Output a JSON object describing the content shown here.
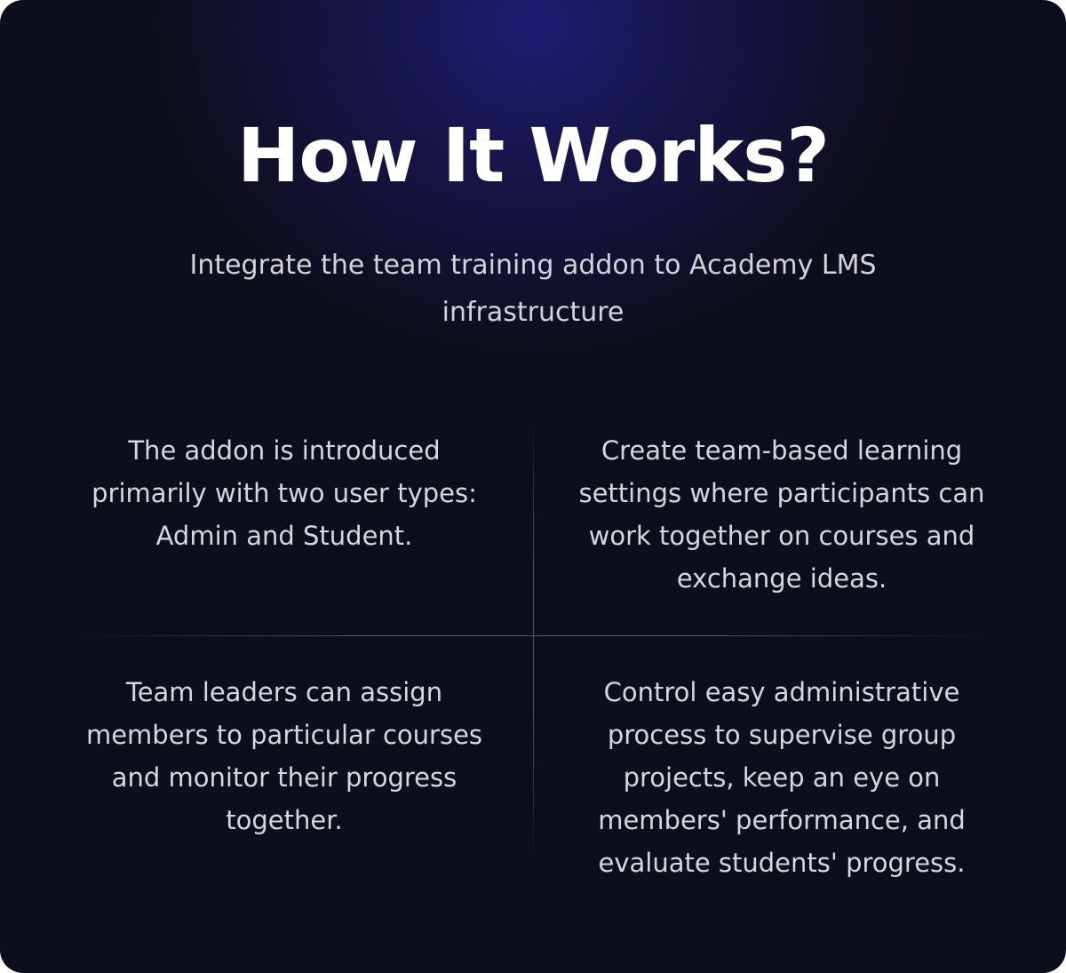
{
  "section": {
    "title": "How It Works?",
    "subtitle": "Integrate the team training addon to Academy LMS infrastructure"
  },
  "features": [
    {
      "text": "The addon is introduced primarily with two user types: Admin and Student."
    },
    {
      "text": "Create team-based learning settings where participants can work together on courses and exchange ideas."
    },
    {
      "text": "Team leaders can assign members to particular courses and monitor their progress together."
    },
    {
      "text": "Control easy administrative process to supervise group projects, keep an eye on members' performance, and evaluate students' progress."
    }
  ],
  "colors": {
    "background": "#0d0e1c",
    "glow": "#221c78",
    "title": "#ffffff",
    "body_text": "#d6d6de"
  }
}
